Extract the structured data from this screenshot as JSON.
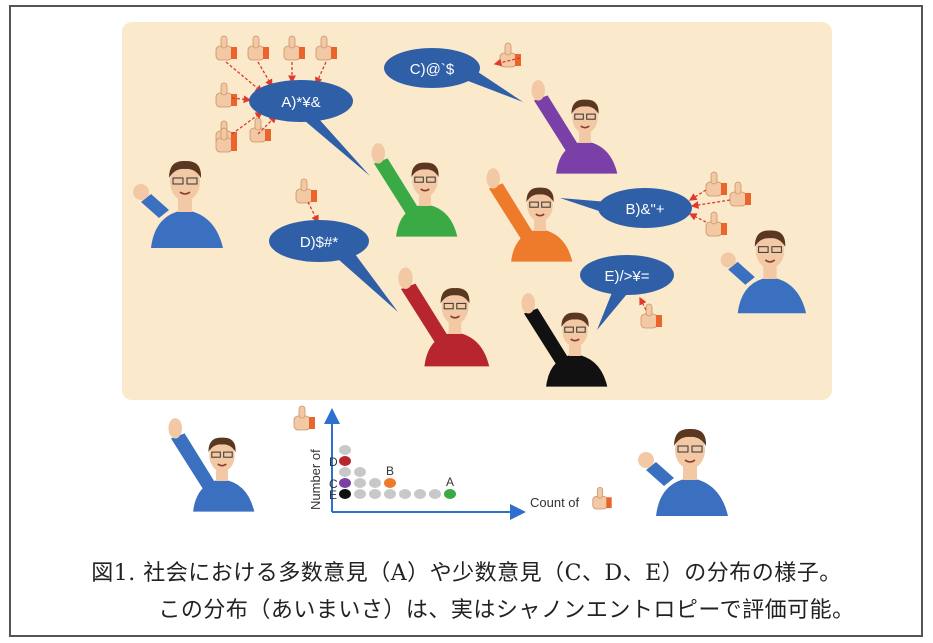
{
  "colors": {
    "panel_bg": "#fbe9cc",
    "bubble": "#2f5fa7",
    "arrow": "#e03a2a",
    "skin": "#f2c9a4",
    "hair": "#5a3720",
    "shirt_blue": "#3b6fc0",
    "shirt_green": "#3aaa45",
    "shirt_purple": "#7b3fa8",
    "shirt_orange": "#ee7a2c",
    "shirt_red": "#b7262e",
    "shirt_black": "#111111",
    "dot_gray": "#c8c8c8",
    "axis": "#2f6fd0"
  },
  "bubbles": {
    "a": "A)*¥&",
    "b": "B)&\"+",
    "c": "C)@`$",
    "d": "D)$#*",
    "e": "E)/>¥="
  },
  "chart_data": {
    "type": "scatter",
    "title": "",
    "xlabel": "Count of",
    "ylabel": "Number of",
    "columns": [
      5,
      3,
      2,
      2,
      1,
      1,
      1,
      1
    ],
    "highlights": [
      {
        "label": "E",
        "column": 1,
        "row": 1,
        "color": "#111111"
      },
      {
        "label": "C",
        "column": 1,
        "row": 2,
        "color": "#7b3fa8"
      },
      {
        "label": "D",
        "column": 1,
        "row": 4,
        "color": "#b7262e"
      },
      {
        "label": "B",
        "column": 4,
        "row": 2,
        "color": "#ee7a2c"
      },
      {
        "label": "A",
        "column": 8,
        "row": 1,
        "color": "#3aaa45"
      }
    ],
    "grid": false,
    "legend": "none"
  },
  "caption": {
    "line1": "図1. 社会における多数意見（A）や少数意見（C、D、E）の分布の様子。",
    "line2": "この分布（あいまいさ）は、実はシャノンエントロピーで評価可能。"
  }
}
